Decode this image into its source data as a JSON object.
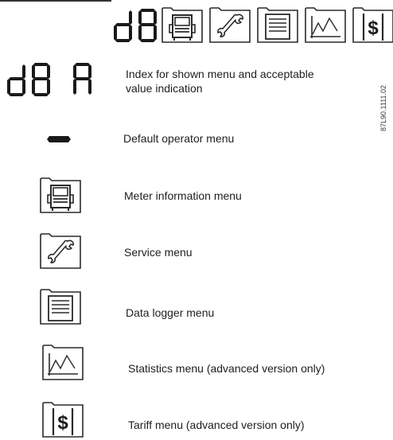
{
  "header": {
    "display_digits": "d8",
    "menu_icons": [
      "meter-information-icon",
      "service-wrench-icon",
      "data-logger-icon",
      "statistics-icon",
      "tariff-dollar-icon"
    ],
    "dollar_symbol": "$"
  },
  "index_row": {
    "display_text": "d8 A",
    "description": "Index for shown menu and acceptable value indication"
  },
  "figure_code": "87L90.1111.02",
  "legend": [
    {
      "icon": "dash-icon",
      "label": "Default operator menu"
    },
    {
      "icon": "meter-information-icon",
      "label": "Meter information menu"
    },
    {
      "icon": "service-wrench-icon",
      "label": "Service menu"
    },
    {
      "icon": "data-logger-icon",
      "label": "Data logger menu"
    },
    {
      "icon": "statistics-icon",
      "label": "Statistics menu (advanced version only)"
    },
    {
      "icon": "tariff-dollar-icon",
      "label": "Tariff menu (advanced version only)"
    }
  ],
  "colors": {
    "ink": "#1a1a1a",
    "icon_stroke": "#2a2a2a",
    "background": "#ffffff"
  }
}
